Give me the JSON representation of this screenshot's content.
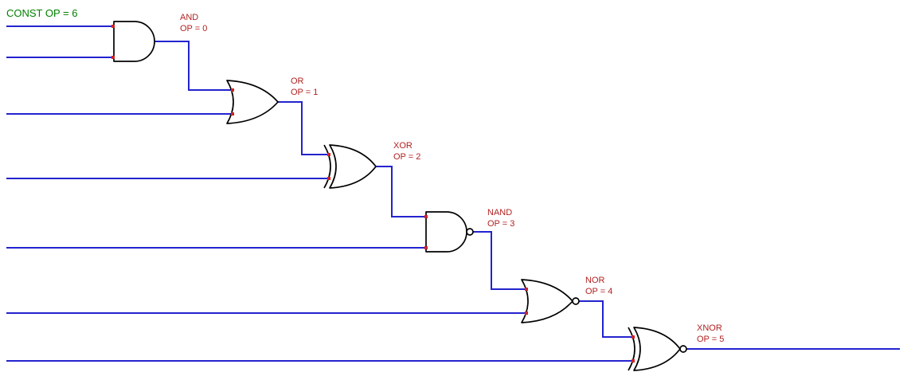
{
  "annotations": {
    "const_label": "CONST OP = 6"
  },
  "gates": [
    {
      "type": "AND",
      "label": "AND",
      "op_label": "OP = 0"
    },
    {
      "type": "OR",
      "label": "OR",
      "op_label": "OP = 1"
    },
    {
      "type": "XOR",
      "label": "XOR",
      "op_label": "OP = 2"
    },
    {
      "type": "NAND",
      "label": "NAND",
      "op_label": "OP = 3"
    },
    {
      "type": "NOR",
      "label": "NOR",
      "op_label": "OP = 4"
    },
    {
      "type": "XNOR",
      "label": "XNOR",
      "op_label": "OP = 5"
    }
  ],
  "colors": {
    "wire": "#2323cf",
    "label": "#b22222",
    "const": "#008000",
    "pin": "#cf2323",
    "gate": "#000000",
    "background": "#ffffff"
  }
}
